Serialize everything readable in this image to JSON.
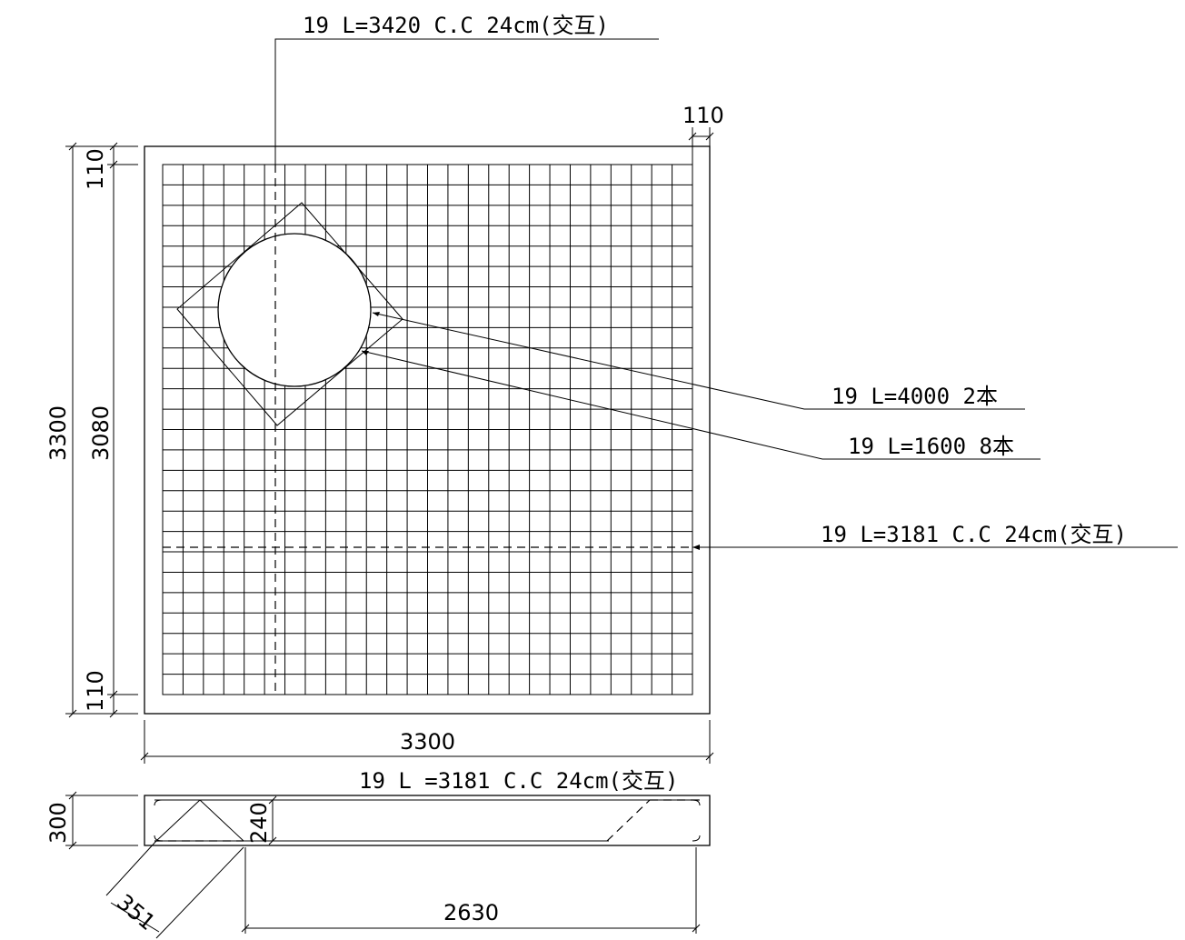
{
  "callouts": {
    "top": "19  L=3420  C.C 24cm(交互)",
    "diag_long": "19  L=4000 2本",
    "diag_short": "19  L=1600 8本",
    "horizontal": "19  L=3181  C.C 24cm(交互)",
    "section": "19  L =3181 C.C 24cm(交互)"
  },
  "dimensions": {
    "cover_top": "110",
    "cover_left_top": "110",
    "cover_left_bottom": "110",
    "outer_height": "3300",
    "inner_height": "3080",
    "outer_width": "3300",
    "section_thickness": "300",
    "section_bar": "240",
    "diagonal_bar": "351",
    "section_length": "2630"
  },
  "mesh": {
    "columns": 26,
    "rows": 26
  }
}
